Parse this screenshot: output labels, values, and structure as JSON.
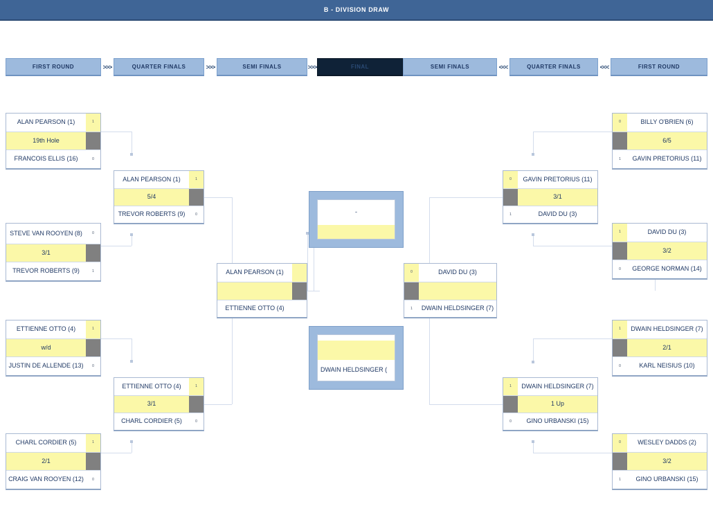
{
  "title": "B - DIVISION DRAW",
  "rounds": {
    "left": [
      "FIRST ROUND",
      "QUARTER FINALS",
      "SEMI FINALS"
    ],
    "center": "FINAL",
    "right": [
      "SEMI FINALS",
      "QUARTER FINALS",
      "FIRST ROUND"
    ],
    "arrow_right": ">>>",
    "arrow_left": "<<<"
  },
  "left": {
    "first_round": [
      {
        "top_name": "ALAN PEARSON (1)",
        "top_score": "1",
        "result": "19th Hole",
        "bottom_name": "FRANCOIS ELLIS (16)",
        "bottom_score": "0"
      },
      {
        "top_name": "STEVE VAN ROOYEN (8)",
        "top_score": "0",
        "result": "3/1",
        "bottom_name": "TREVOR ROBERTS (9)",
        "bottom_score": "1"
      },
      {
        "top_name": "ETTIENNE OTTO (4)",
        "top_score": "1",
        "result": "w/d",
        "bottom_name": "JUSTIN DE ALLENDE (13)",
        "bottom_score": "0"
      },
      {
        "top_name": "CHARL CORDIER (5)",
        "top_score": "1",
        "result": "2/1",
        "bottom_name": "CRAIG VAN ROOYEN (12)",
        "bottom_score": "0"
      }
    ],
    "quarter_finals": [
      {
        "top_name": "ALAN PEARSON (1)",
        "top_score": "1",
        "result": "5/4",
        "bottom_name": "TREVOR ROBERTS (9)",
        "bottom_score": "0"
      },
      {
        "top_name": "ETTIENNE OTTO (4)",
        "top_score": "1",
        "result": "3/1",
        "bottom_name": "CHARL CORDIER (5)",
        "bottom_score": "0"
      }
    ],
    "semi_final": {
      "top_name": "ALAN PEARSON (1)",
      "top_score": "",
      "result": "",
      "bottom_name": "ETTIENNE OTTO (4)",
      "bottom_score": ""
    }
  },
  "right": {
    "first_round": [
      {
        "top_name": "BILLY O'BRIEN (6)",
        "top_score": "0",
        "result": "6/5",
        "bottom_name": "GAVIN PRETORIUS (11)",
        "bottom_score": "1"
      },
      {
        "top_name": "DAVID DU (3)",
        "top_score": "1",
        "result": "3/2",
        "bottom_name": "GEORGE NORMAN (14)",
        "bottom_score": "0"
      },
      {
        "top_name": "DWAIN HELDSINGER (7)",
        "top_score": "1",
        "result": "2/1",
        "bottom_name": "KARL NEISIUS (10)",
        "bottom_score": "0"
      },
      {
        "top_name": "WESLEY DADDS (2)",
        "top_score": "0",
        "result": "3/2",
        "bottom_name": "GINO URBANSKI (15)",
        "bottom_score": "1"
      }
    ],
    "quarter_finals": [
      {
        "top_name": "GAVIN PRETORIUS (11)",
        "top_score": "0",
        "result": "3/1",
        "bottom_name": "DAVID DU (3)",
        "bottom_score": "1"
      },
      {
        "top_name": "DWAIN HELDSINGER (7)",
        "top_score": "1",
        "result": "1 Up",
        "bottom_name": "GINO URBANSKI (15)",
        "bottom_score": "0"
      }
    ],
    "semi_final": {
      "top_name": "DAVID DU (3)",
      "top_score": "0",
      "result": "",
      "bottom_name": "DWAIN HELDSINGER (7)",
      "bottom_score": "1"
    }
  },
  "center": {
    "final_box": {
      "top_name": "-",
      "result": "",
      "bottom_name": ""
    },
    "champion_box": {
      "top_name": "",
      "result": "",
      "bottom_name": "DWAIN HELDSINGER ("
    }
  },
  "colors": {
    "title_bar": "#3f6596",
    "round_band": "#9dbadd",
    "final_band": "#0f2237",
    "highlight": "#fbf8a8",
    "score_block": "#808080",
    "text": "#1f3864",
    "connector": "#d3dcec"
  }
}
